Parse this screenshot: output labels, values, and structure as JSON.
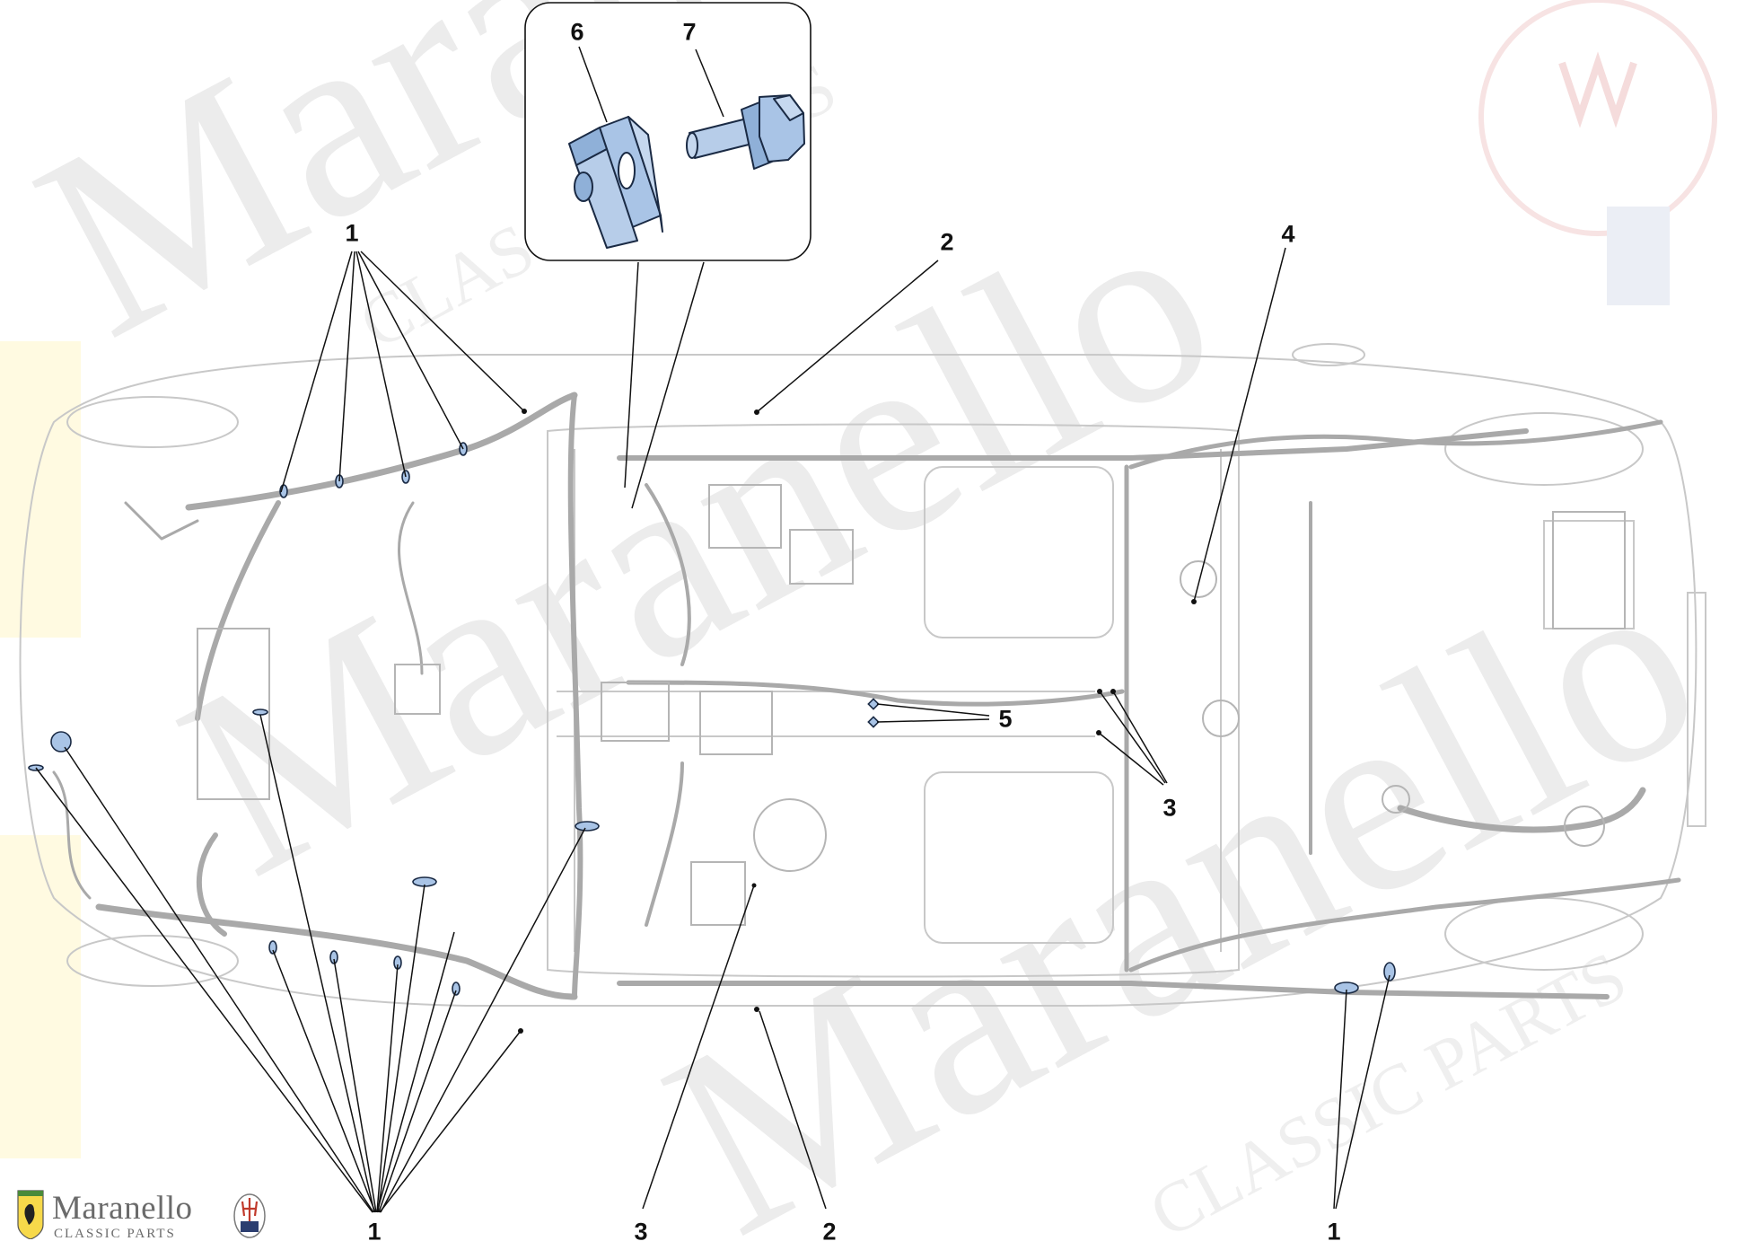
{
  "watermark": {
    "brand": "Maranello",
    "sub": "CLASSIC PARTS",
    "color": "#dcdcdc"
  },
  "logo": {
    "brand": "Maranello",
    "sub": "CLASSIC PARTS",
    "icon_left": "ferrari-shield-icon",
    "icon_right": "maserati-trident-icon"
  },
  "callouts": {
    "c6": "6",
    "c7": "7",
    "c1_top": "1",
    "c2_top": "2",
    "c4": "4",
    "c5": "5",
    "c3_right": "3",
    "c1_bottom_left": "1",
    "c3_bottom": "3",
    "c2_bottom": "2",
    "c1_bottom_right": "1"
  },
  "colors": {
    "body_outline": "#c8c8c8",
    "harness": "#a9a9a9",
    "leader": "#111111",
    "part_fill": "#a9c4e6",
    "part_stroke": "#1a2a44"
  }
}
